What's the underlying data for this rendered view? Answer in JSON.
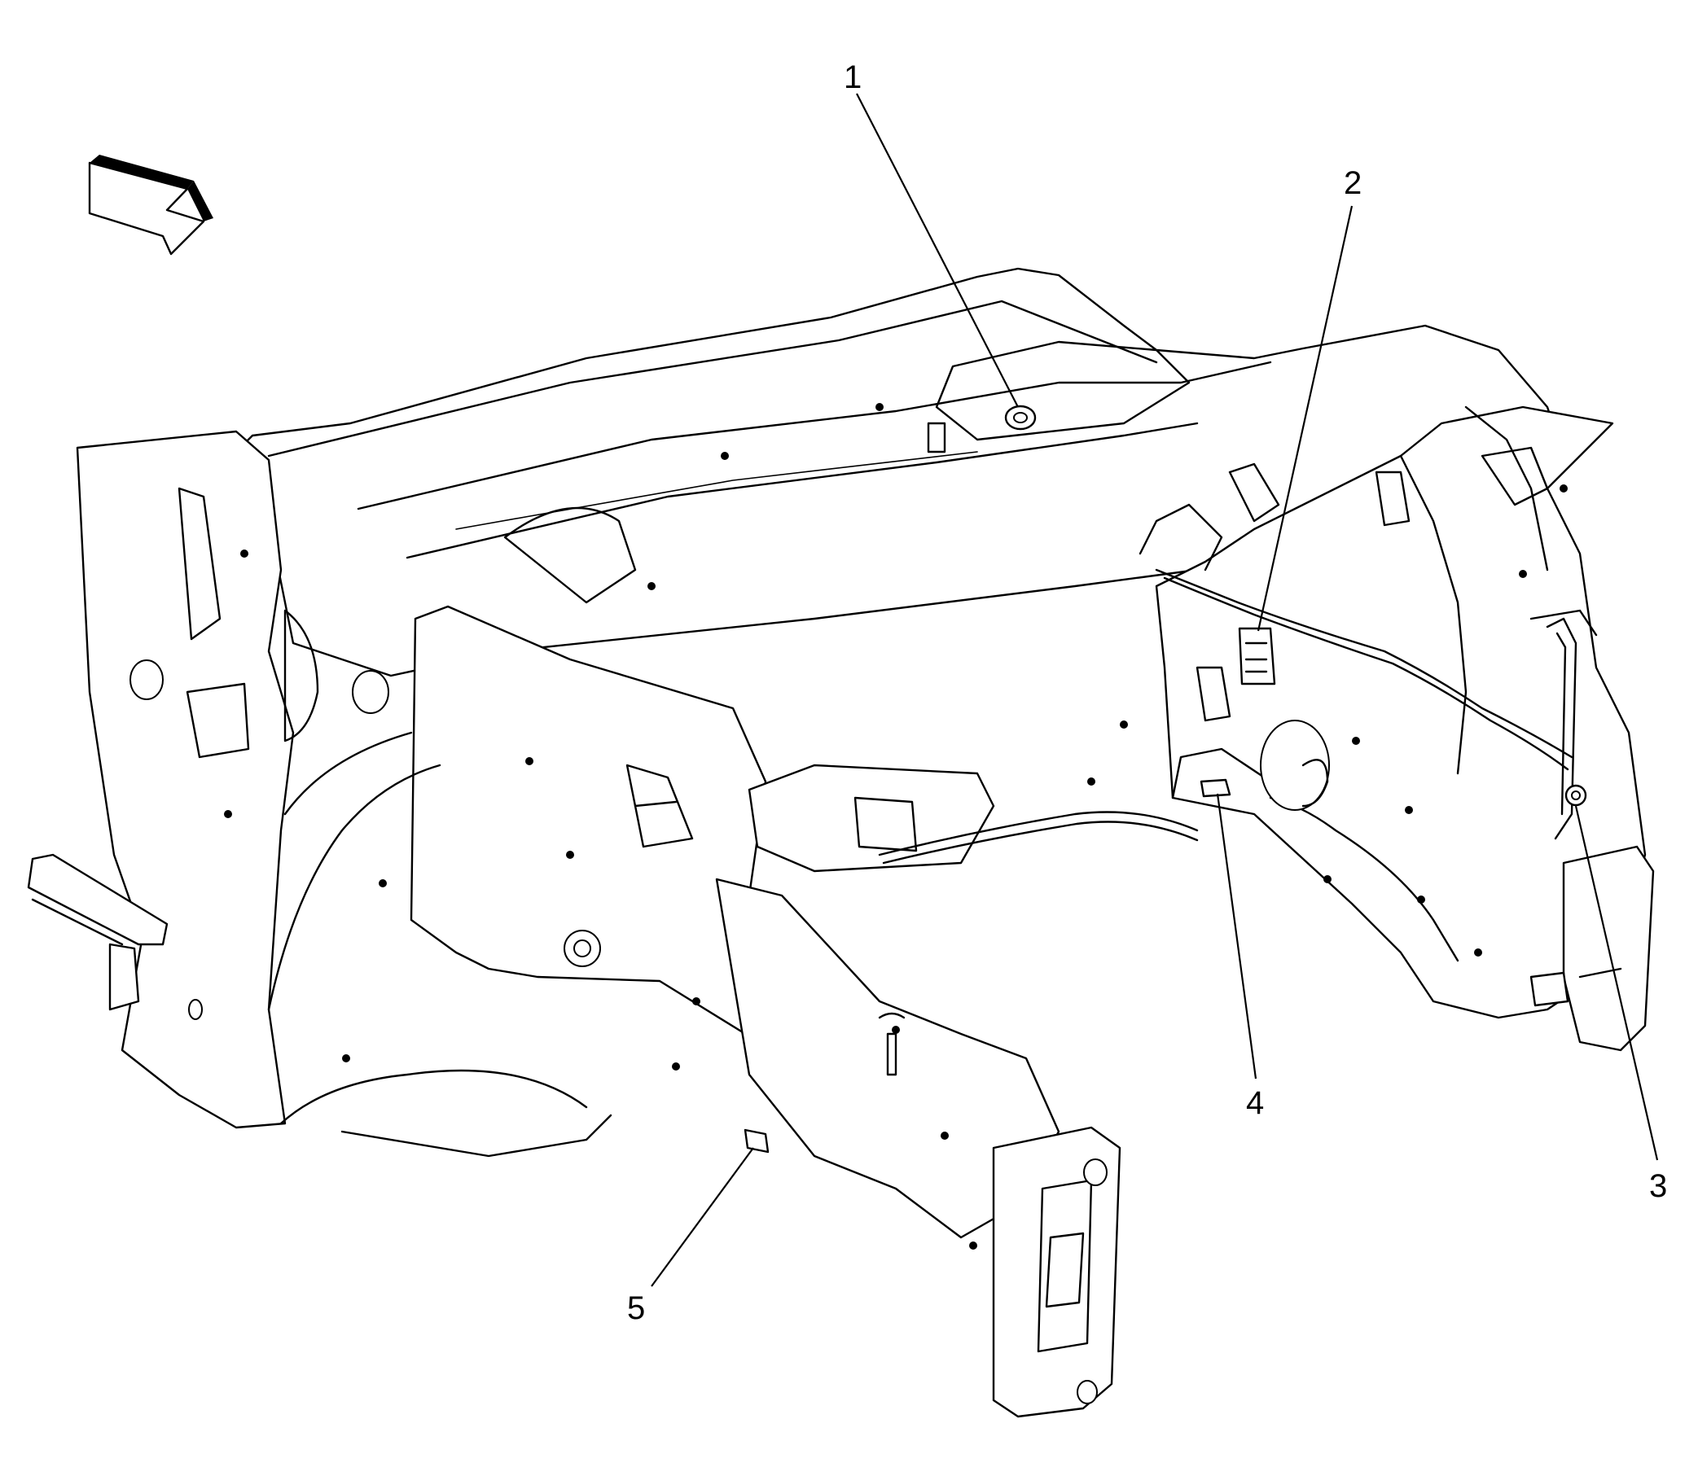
{
  "diagram": {
    "direction_arrow": {
      "icon": "front-direction-arrow-icon"
    },
    "callouts": [
      {
        "id": "callout-1",
        "label": "1"
      },
      {
        "id": "callout-2",
        "label": "2"
      },
      {
        "id": "callout-3",
        "label": "3"
      },
      {
        "id": "callout-4",
        "label": "4"
      },
      {
        "id": "callout-5",
        "label": "5"
      }
    ]
  }
}
